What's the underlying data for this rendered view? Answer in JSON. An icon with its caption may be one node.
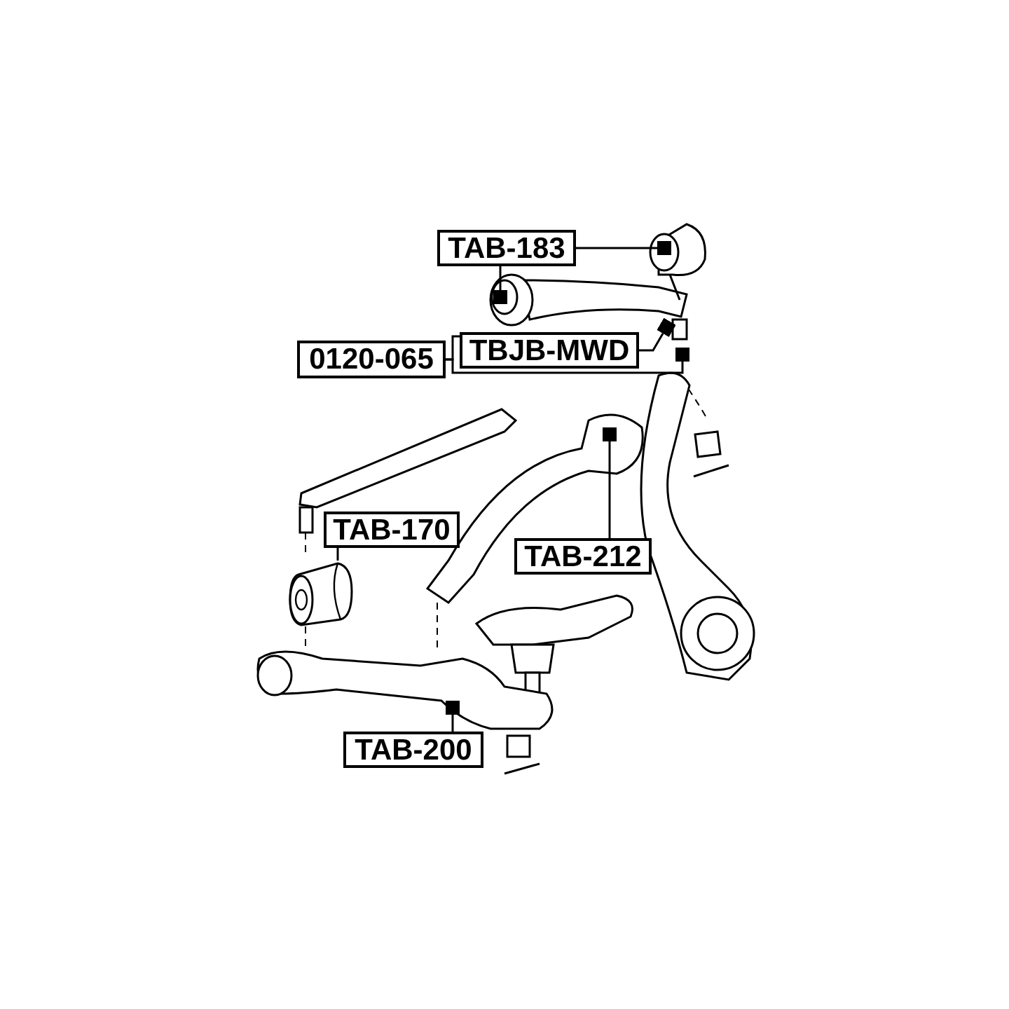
{
  "diagram": {
    "nodes": [
      {
        "text": [
          "TAB-183"
        ]
      },
      {
        "text": [
          "0120-065"
        ]
      },
      {
        "text": [
          "TBJB-MWD"
        ]
      },
      {
        "text": [
          "TAB-170"
        ]
      },
      {
        "text": [],
        "shape": "picture"
      },
      {
        "text": [
          "TAB-212"
        ]
      },
      {
        "text": [
          "TAB-200"
        ]
      }
    ],
    "edges": [
      {
        "from": 0,
        "to": null,
        "arrow": "other"
      },
      {
        "from": 0,
        "to": null,
        "arrow": "other"
      },
      {
        "from": 2,
        "to": null,
        "arrow": "other"
      },
      {
        "from": 1,
        "to": null,
        "arrow": "other"
      },
      {
        "from": 1,
        "to": 2,
        "arrow": "none"
      },
      {
        "from": 3,
        "to": 4,
        "arrow": "none"
      },
      {
        "from": 5,
        "to": null,
        "arrow": "other"
      },
      {
        "from": 6,
        "to": null,
        "arrow": "other"
      }
    ]
  }
}
